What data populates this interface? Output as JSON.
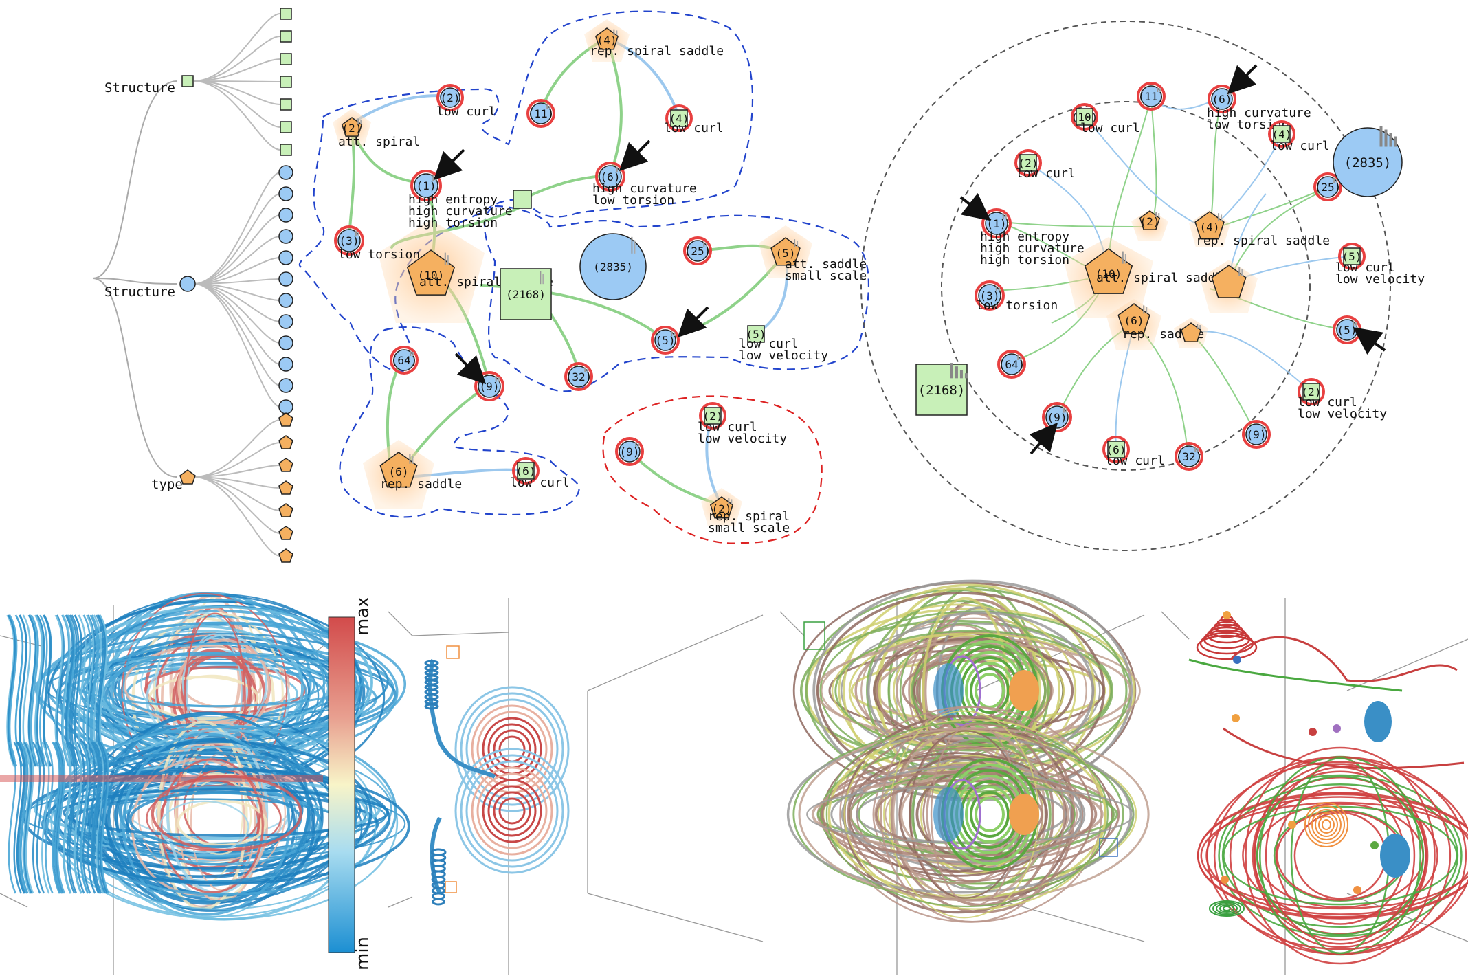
{
  "tree": {
    "labels": [
      "Structure",
      "Structure",
      "type"
    ]
  },
  "cluster_view": {
    "nodes": [
      {
        "id": "c-cir-2-lc",
        "count": "(2)",
        "lines": [
          "low curl"
        ],
        "shape": "circle"
      },
      {
        "id": "c-pen-2-as",
        "count": "(2)",
        "lines": [
          "att. spiral"
        ],
        "shape": "pentagon"
      },
      {
        "id": "c-cir-11",
        "count": "(11)",
        "lines": [],
        "shape": "circle"
      },
      {
        "id": "c-pen-4-rss",
        "count": "(4)",
        "lines": [
          "rep. spiral saddle"
        ],
        "shape": "pentagon"
      },
      {
        "id": "c-sq-4-lc",
        "count": "(4)",
        "lines": [
          "low curl"
        ],
        "shape": "square"
      },
      {
        "id": "c-cir-1",
        "count": "(1)",
        "lines": [
          "high entropy",
          "high curvature",
          "high torsion"
        ],
        "shape": "circle"
      },
      {
        "id": "c-sq-small",
        "count": "",
        "lines": [],
        "shape": "square"
      },
      {
        "id": "c-cir-6-hc",
        "count": "(6)",
        "lines": [
          "high curvature",
          "low torsion"
        ],
        "shape": "circle"
      },
      {
        "id": "c-cir-3-lt",
        "count": "(3)",
        "lines": [
          "low torsion"
        ],
        "shape": "circle"
      },
      {
        "id": "c-pen-10",
        "count": "(10)",
        "lines": [
          "att. spiral saddle"
        ],
        "shape": "pentagon"
      },
      {
        "id": "c-sq-2168",
        "count": "(2168)",
        "lines": [],
        "shape": "square"
      },
      {
        "id": "c-cir-2835",
        "count": "(2835)",
        "lines": [],
        "shape": "circle"
      },
      {
        "id": "c-cir-25",
        "count": "(25)",
        "lines": [],
        "shape": "circle"
      },
      {
        "id": "c-pen-5-ass",
        "count": "(5)",
        "lines": [
          "att. saddle",
          "small scale"
        ],
        "shape": "pentagon"
      },
      {
        "id": "c-cir-5",
        "count": "(5)",
        "lines": [],
        "shape": "circle"
      },
      {
        "id": "c-sq-5-lclv",
        "count": "(5)",
        "lines": [
          "low curl",
          "low velocity"
        ],
        "shape": "square"
      },
      {
        "id": "c-cir-64",
        "count": "(64)",
        "lines": [],
        "shape": "circle"
      },
      {
        "id": "c-cir-9",
        "count": "(9)",
        "lines": [],
        "shape": "circle"
      },
      {
        "id": "c-cir-32",
        "count": "(32)",
        "lines": [],
        "shape": "circle"
      },
      {
        "id": "c-pen-6-rs",
        "count": "(6)",
        "lines": [
          "rep. saddle"
        ],
        "shape": "pentagon"
      },
      {
        "id": "c-sq-6-lc",
        "count": "(6)",
        "lines": [
          "low curl"
        ],
        "shape": "square"
      },
      {
        "id": "c-sq-2-lclv",
        "count": "(2)",
        "lines": [
          "low curl",
          "low velocity"
        ],
        "shape": "square"
      },
      {
        "id": "c-cir-9b",
        "count": "(9)",
        "lines": [],
        "shape": "circle"
      },
      {
        "id": "c-pen-2-rsss",
        "count": "(2)",
        "lines": [
          "rep. spiral",
          "small scale"
        ],
        "shape": "pentagon"
      }
    ]
  },
  "radial_view": {
    "nodes": [
      {
        "id": "r-11",
        "count": "(11)",
        "lines": [],
        "shape": "circle"
      },
      {
        "id": "r-6-hc",
        "count": "(6)",
        "lines": [
          "high curvature",
          "low torsion"
        ],
        "shape": "circle"
      },
      {
        "id": "r-10-lc",
        "count": "(10)",
        "lines": [
          "low curl"
        ],
        "shape": "square"
      },
      {
        "id": "r-4-lc",
        "count": "(4)",
        "lines": [
          "low curl"
        ],
        "shape": "square"
      },
      {
        "id": "r-2-lc",
        "count": "(2)",
        "lines": [
          "low curl"
        ],
        "shape": "square"
      },
      {
        "id": "r-25",
        "count": "(25)",
        "lines": [],
        "shape": "circle"
      },
      {
        "id": "r-1",
        "count": "(1)",
        "lines": [
          "high entropy",
          "high curvature",
          "high torsion"
        ],
        "shape": "circle"
      },
      {
        "id": "r-5-lclv",
        "count": "(5)",
        "lines": [
          "low curl",
          "low velocity"
        ],
        "shape": "square"
      },
      {
        "id": "r-3-lt",
        "count": "(3)",
        "lines": [
          "low torsion"
        ],
        "shape": "circle"
      },
      {
        "id": "r-5",
        "count": "(5)",
        "lines": [],
        "shape": "circle"
      },
      {
        "id": "r-64",
        "count": "(64)",
        "lines": [],
        "shape": "circle"
      },
      {
        "id": "r-2-lclv",
        "count": "(2)",
        "lines": [
          "low curl",
          "low velocity"
        ],
        "shape": "square"
      },
      {
        "id": "r-9",
        "count": "(9)",
        "lines": [],
        "shape": "circle"
      },
      {
        "id": "r-9b",
        "count": "(9)",
        "lines": [],
        "shape": "circle"
      },
      {
        "id": "r-6-lc",
        "count": "(6)",
        "lines": [
          "low curl"
        ],
        "shape": "square"
      },
      {
        "id": "r-32",
        "count": "(32)",
        "lines": [],
        "shape": "circle"
      },
      {
        "id": "r-p2",
        "count": "(2)",
        "lines": [],
        "shape": "pentagon"
      },
      {
        "id": "r-p4",
        "count": "(4)",
        "lines": [
          "rep. spiral saddle"
        ],
        "shape": "pentagon"
      },
      {
        "id": "r-p10",
        "count": "(10)",
        "lines": [
          "att. spiral saddle"
        ],
        "shape": "pentagon"
      },
      {
        "id": "r-pbig",
        "count": "",
        "lines": [],
        "shape": "pentagon"
      },
      {
        "id": "r-p6",
        "count": "(6)",
        "lines": [
          "rep. saddle"
        ],
        "shape": "pentagon"
      },
      {
        "id": "r-psmall",
        "count": "",
        "lines": [],
        "shape": "pentagon"
      }
    ],
    "outside": [
      {
        "id": "r-2835",
        "count": "(2835)",
        "shape": "circle"
      },
      {
        "id": "r-2168",
        "count": "(2168)",
        "shape": "square"
      }
    ]
  },
  "colorbar": {
    "max": "max",
    "min": "min"
  },
  "colors": {
    "square_fill": "#c8f0b8",
    "circle_fill": "#9ccaf4",
    "pentagon_fill": "#f5b060",
    "halo": "#ffcc99",
    "ring": "#e84040",
    "edge_green": "#8fd28a",
    "edge_blue": "#9cc8ee",
    "boundary_blue": "#2244cc",
    "boundary_red": "#dd2222"
  }
}
